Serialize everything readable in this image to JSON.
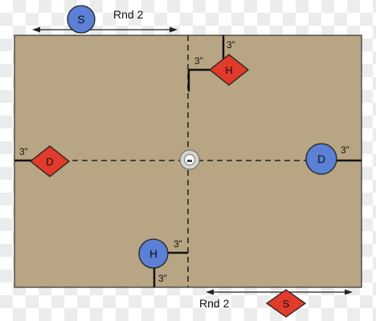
{
  "colors": {
    "field": "#b8a584",
    "field_border": "#333333",
    "diamond": "#e23a2b",
    "circle": "#5b80d6",
    "outline": "#222222",
    "line": "#222222",
    "hub_ring": "#d4d4d4"
  },
  "labels": {
    "round_top": "Rnd 2",
    "round_bottom": "Rnd 2",
    "circle_s": "S",
    "circle_d": "D",
    "circle_h": "H",
    "diamond_h": "H",
    "diamond_d": "D",
    "diamond_s": "S",
    "dim_h_top": "3”",
    "dim_h_left": "3”",
    "dim_d_left": "3”",
    "dim_d_right": "3”",
    "dim_h_bottom_right": "3”",
    "dim_h_bottom_below": "3”"
  }
}
